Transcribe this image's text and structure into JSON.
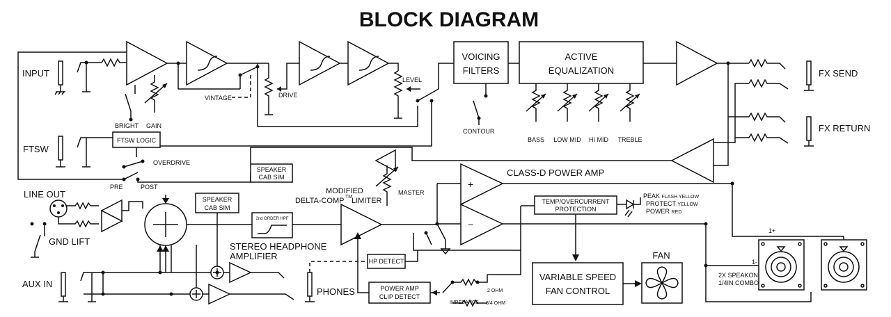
{
  "title": "BLOCK DIAGRAM",
  "labels": {
    "input": "INPUT",
    "ftsw": "FTSW",
    "line_out": "LINE OUT",
    "gnd_lift": "GND LIFT",
    "aux_in": "AUX IN",
    "phones": "PHONES",
    "fx_send": "FX SEND",
    "fx_return": "FX RETURN",
    "bright": "BRIGHT",
    "gain": "GAIN",
    "vintage": "VINTAGE",
    "drive": "DRIVE",
    "level": "LEVEL",
    "ftsw_logic": "FTSW LOGIC",
    "overdrive": "OVERDRIVE",
    "pre": "PRE",
    "post": "POST",
    "contour": "CONTOUR",
    "voicing_1": "VOICING",
    "voicing_2": "FILTERS",
    "active_eq_1": "ACTIVE",
    "active_eq_2": "EQUALIZATION",
    "bass": "BASS",
    "low_mid": "LOW MID",
    "hi_mid": "HI MID",
    "treble": "TREBLE",
    "speaker_cab_sim_1": "SPEAKER",
    "speaker_cab_sim_2": "CAB SIM",
    "master": "MASTER",
    "class_d": "CLASS-D POWER AMP",
    "plus": "+",
    "minus": "−",
    "modified": "MODIFIED",
    "delta_comp": "DELTA-COMP",
    "tm": "TM",
    "limiter": "LIMITER",
    "hpf": "2nd ORDER HPF",
    "temp_1": "TEMP/OVERCURRENT",
    "temp_2": "PROTECTION",
    "peak": "PEAK",
    "flash_yellow": "FLASH YELLOW",
    "protect": "PROTECT",
    "yellow": "YELLOW",
    "power": "POWER",
    "red": "RED",
    "stereo_hp_1": "STEREO HEADPHONE",
    "stereo_hp_2": "AMPLIFIER",
    "hp_detect": "HP DETECT",
    "pa_clip_1": "POWER AMP",
    "pa_clip_2": "CLIP DETECT",
    "two_ohm": "2 OHM",
    "impedance": "IMPEDANCE",
    "eight_four_ohm": "8/4 OHM",
    "fan": "FAN",
    "vsfc_1": "VARIABLE SPEED",
    "vsfc_2": "FAN CONTROL",
    "one_plus": "1+",
    "one_minus": "1-",
    "speakon_1": "2X SPEAKON",
    "speakon_2": "1/4IN COMBO"
  }
}
